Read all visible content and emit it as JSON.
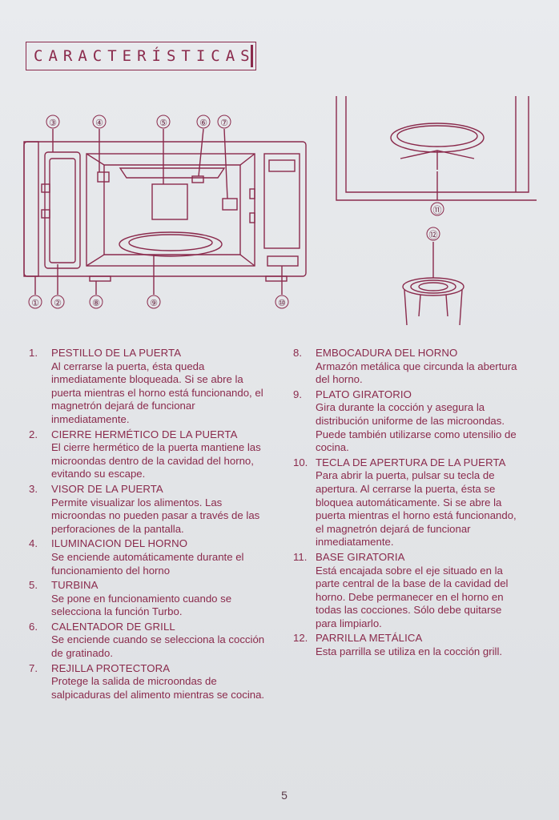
{
  "title": "CARACTERÍSTICAS",
  "page_number": "5",
  "callouts": {
    "oven_top": [
      "③",
      "④",
      "⑤",
      "⑥",
      "⑦"
    ],
    "oven_bottom": [
      "①",
      "②",
      "⑧",
      "⑨",
      "⑩"
    ],
    "turntable": "⑪",
    "rack": "⑫"
  },
  "features_left": [
    {
      "num": "1.",
      "title": "PESTILLO DE LA PUERTA",
      "desc": "Al cerrarse la puerta, ésta queda inmediatamente bloqueada. Si se abre la puerta mientras el horno está funcionando, el magnetrón dejará de funcionar inmediatamente."
    },
    {
      "num": "2.",
      "title": "CIERRE HERMÉTICO DE LA PUERTA",
      "desc": "El cierre hermético de la puerta mantiene las microondas dentro de la cavidad del horno, evitando su escape."
    },
    {
      "num": "3.",
      "title": "VISOR DE LA PUERTA",
      "desc": "Permite visualizar los alimentos. Las microondas no pueden pasar a través de las perforaciones de la pantalla."
    },
    {
      "num": "4.",
      "title": "ILUMINACION DEL HORNO",
      "desc": "Se enciende automáticamente durante el funcionamiento del horno"
    },
    {
      "num": "5.",
      "title": "TURBINA",
      "desc": "Se pone en funcionamiento cuando se selecciona la función Turbo."
    },
    {
      "num": "6.",
      "title": "CALENTADOR DE GRILL",
      "desc": "Se enciende cuando se selecciona la cocción de gratinado."
    },
    {
      "num": "7.",
      "title": "REJILLA PROTECTORA",
      "desc": "Protege la salida de microondas de salpicaduras del alimento mientras se cocina."
    }
  ],
  "features_right": [
    {
      "num": "8.",
      "title": "EMBOCADURA DEL HORNO",
      "desc": "Armazón metálica que circunda la abertura del horno."
    },
    {
      "num": "9.",
      "title": "PLATO GIRATORIO",
      "desc": "Gira durante la cocción y asegura la distribución uniforme de las microondas. Puede también utilizarse como utensilio de cocina."
    },
    {
      "num": "10.",
      "title": "TECLA DE APERTURA DE LA PUERTA",
      "desc": "Para abrir la puerta, pulsar su tecla de apertura. Al cerrarse la puerta, ésta se bloquea automáticamente. Si se abre la puerta mientras el horno está funcionando, el magnetrón dejará de funcionar inmediatamente."
    },
    {
      "num": "11.",
      "title": "BASE GIRATORIA",
      "desc": "Está encajada sobre el eje situado en la parte central de la base de la cavidad del horno. Debe permanecer en el horno en todas las cocciones. Sólo debe quitarse para limpiarlo."
    },
    {
      "num": "12.",
      "title": "PARRILLA METÁLICA",
      "desc": "Esta parrilla se utiliza en la cocción grill."
    }
  ],
  "colors": {
    "ink": "#8a2a4c",
    "paper": "#e6e8eb"
  }
}
